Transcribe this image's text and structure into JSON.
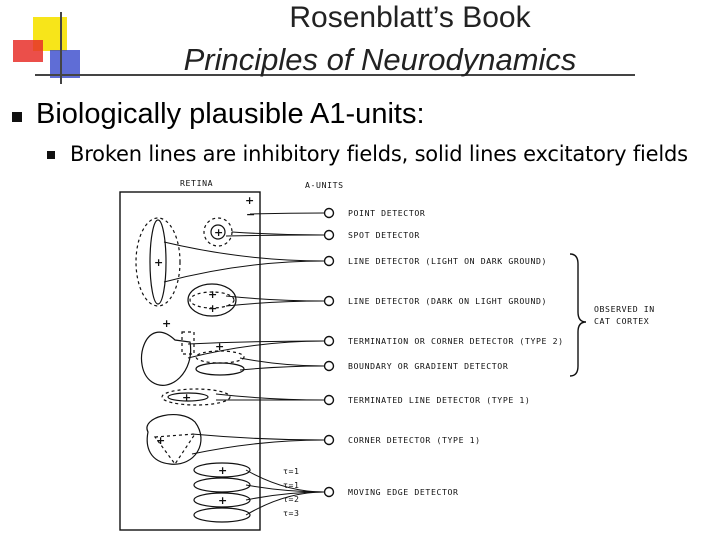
{
  "slide": {
    "title_line1": "Rosenblatt’s Book",
    "title_line2": "Principles of Neurodynamics",
    "bullet": "Biologically plausible A1-units:",
    "sub_bullet": "Broken lines are inhibitory fields, solid lines excitatory fields"
  },
  "figure": {
    "header_left": "RETINA",
    "header_right": "A-UNITS",
    "detectors": [
      "POINT DETECTOR",
      "SPOT DETECTOR",
      "LINE DETECTOR (LIGHT ON DARK GROUND)",
      "LINE DETECTOR (DARK ON LIGHT GROUND)",
      "TERMINATION OR CORNER DETECTOR (TYPE 2)",
      "BOUNDARY OR GRADIENT DETECTOR",
      "TERMINATED LINE DETECTOR (TYPE 1)",
      "CORNER DETECTOR (TYPE 1)",
      "MOVING EDGE DETECTOR"
    ],
    "bracket_line1": "OBSERVED IN",
    "bracket_line2": "CAT CORTEX",
    "time_labels": [
      "τ=1",
      "τ=1",
      "τ=2",
      "τ=3"
    ]
  },
  "colors": {
    "deco_yellow": "#f7e51a",
    "deco_red": "#e8302a",
    "deco_blue": "#2a3cc8"
  }
}
